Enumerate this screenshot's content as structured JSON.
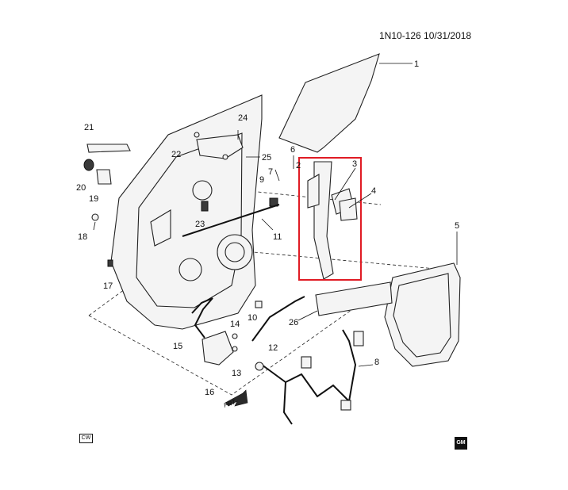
{
  "header": {
    "ref_code": "1N10-126  10/31/2018"
  },
  "callouts": [
    "1",
    "2",
    "3",
    "4",
    "5",
    "6",
    "7",
    "8",
    "9",
    "10",
    "11",
    "12",
    "13",
    "14",
    "15",
    "16",
    "17",
    "18",
    "19",
    "20",
    "21",
    "22",
    "23",
    "24",
    "25",
    "26"
  ],
  "frt_label": "FRT",
  "cw_label": "CW",
  "gm_label": "GM",
  "colors": {
    "highlight_box": "#e01b24",
    "line": "#111111"
  }
}
